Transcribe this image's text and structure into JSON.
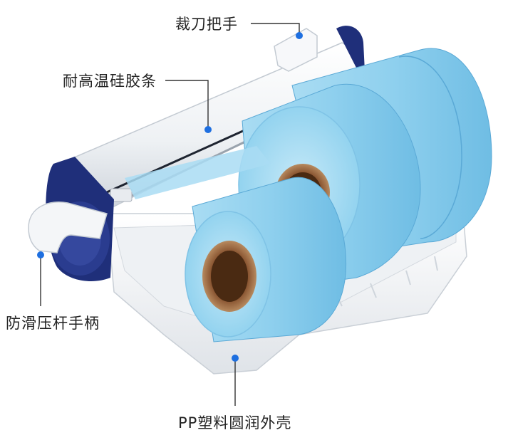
{
  "callouts": {
    "cutter_handle": "裁刀把手",
    "heat_resistant_strip": "耐高温硅胶条",
    "anti_slip_handle": "防滑压杆手柄",
    "pp_shell": "PP塑料圆润外壳"
  },
  "colors": {
    "accent_dot": "#1e6fe0",
    "roll_blue": "#8fd0ee",
    "roll_core": "#7a4a2a",
    "end_cap_navy": "#1f2f7a",
    "shell_white": "#f4f6f8"
  }
}
